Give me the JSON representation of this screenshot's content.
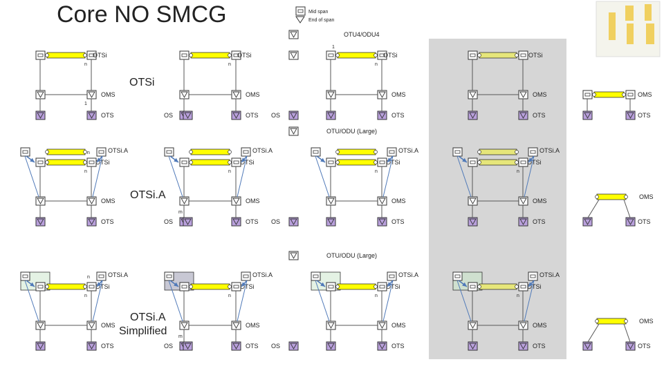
{
  "title": "Core NO SMCG",
  "legend": {
    "mid_span": "Mid span",
    "end_of_span": "End of span"
  },
  "section1": {
    "heading": "OTU4/ODU4",
    "center_label": "OTSi",
    "col_labels": [
      "OTSi",
      "OTSi",
      "OTSi",
      "OTSi"
    ],
    "oms": "OMS",
    "ots": "OTS",
    "os": "OS",
    "n": "n",
    "one": "1"
  },
  "section2": {
    "heading": "OTU/ODU (Large)",
    "center_label": "OTSi.A",
    "col_labels": [
      "OTSi.A",
      "OTSi.A",
      "OTSi.A",
      "OTSi.A"
    ],
    "oms": "OMS",
    "ots": "OTS",
    "os": "OS",
    "n": "n",
    "m": "m",
    "faded": "OTSi"
  },
  "section3": {
    "heading": "OTU/ODU (Large)",
    "center_label_1": "OTSi.A",
    "center_label_2": "Simplified",
    "col_labels": [
      "OTSi.A",
      "OTSi.A",
      "OTSi.A",
      "OTSi.A"
    ],
    "oms": "OMS",
    "ots": "OTS",
    "os": "OS",
    "n": "n",
    "m": "m",
    "faded": "OTSi"
  },
  "colors": {
    "yellow": "#ffff00",
    "pale_yellow": "#e6e67a",
    "purple": "#b9a0dc",
    "grey_panel": "#d6d6d6",
    "pale_green": "#e4f2e4",
    "line_blue": "#4f79b8"
  }
}
